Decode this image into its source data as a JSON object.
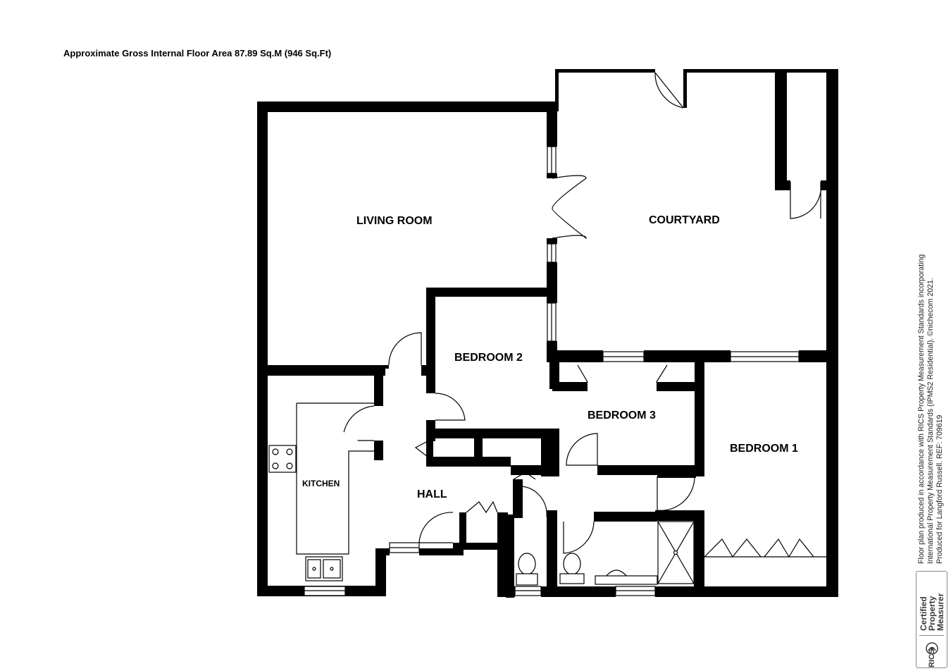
{
  "header": {
    "area_text": "Approximate Gross Internal Floor Area 87.89 Sq.M (946 Sq.Ft)"
  },
  "rooms": {
    "living_room": "LIVING ROOM",
    "courtyard": "COURTYARD",
    "bedroom_2": "BEDROOM 2",
    "bedroom_3": "BEDROOM 3",
    "bedroom_1": "BEDROOM 1",
    "kitchen": "KITCHEN",
    "hall": "HALL"
  },
  "footer_note": {
    "line1": "Floor plan produced in accordance with RICS Property Measurement Standards incorporating",
    "line2": "International Property Measurement Standards (IPMS2 Residential).   ©nichecom 2021.",
    "line3": "Produced for Langford Russell.   REF: 709619"
  },
  "badge": {
    "certified": "Certified\nProperty\nMeasurer",
    "rics": "RICS",
    "logo_icon": "rics-globe-icon"
  },
  "colors": {
    "wall": "#000000",
    "background": "#ffffff",
    "badge": "#8a8a8a"
  }
}
